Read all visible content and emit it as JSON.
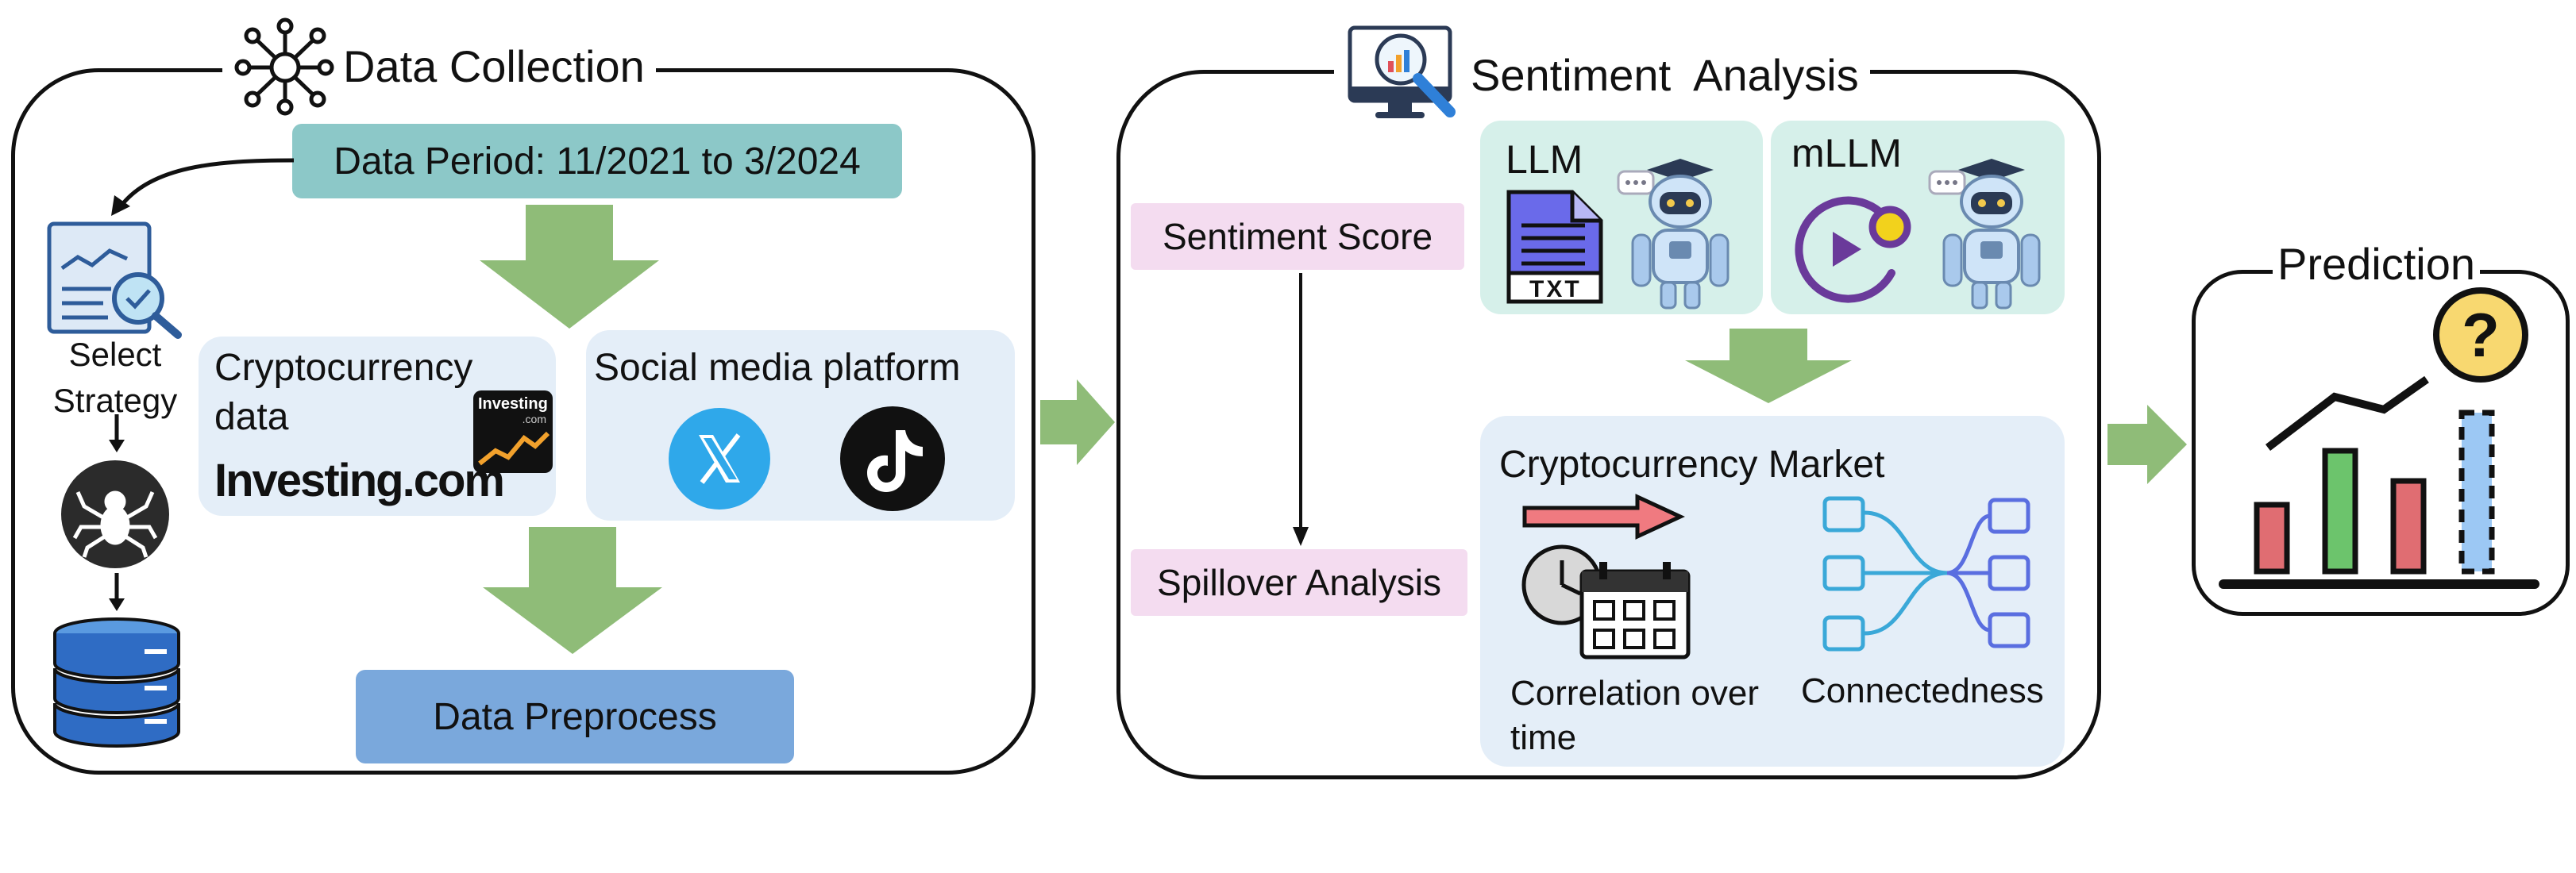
{
  "data_collection": {
    "title": "Data Collection",
    "period": "Data Period: 11/2021 to 3/2024",
    "select_strategy_line1": "Select",
    "select_strategy_line2": "Strategy",
    "crypto_line1": "Cryptocurrency",
    "crypto_line2": "data",
    "investing_brand": "Investing.com",
    "investing_app_label": "Investing",
    "investing_app_sub": ".com",
    "social_title": "Social media platform",
    "preprocess": "Data Preprocess"
  },
  "sentiment": {
    "title": "Sentiment  Analysis",
    "sentiment_score": "Sentiment Score",
    "spillover": "Spillover Analysis",
    "llm": "LLM",
    "mllm": "mLLM",
    "txt_label": "TXT",
    "market_title": "Cryptocurrency Market",
    "correlation_line1": "Correlation over",
    "correlation_line2": "time",
    "connectedness": "Connectedness"
  },
  "prediction": {
    "title": "Prediction",
    "question_mark": "?"
  },
  "colors": {
    "green_arrow": "#8fbc78",
    "teal_box": "#8cc8c8",
    "light_blue_panel": "#e4eef8",
    "blue_box": "#7aa8dc",
    "pink_box": "#f4dcf0",
    "mint_panel": "#d6f0ea",
    "bar_red": "#e06d72",
    "bar_green": "#6cc46c",
    "bar_blue": "#9cc8f4",
    "question_yellow": "#f8d870"
  },
  "icons": [
    "network-icon",
    "strategy-icon",
    "spider-icon",
    "database-icon",
    "investing-app-icon",
    "x-logo-icon",
    "tiktok-logo-icon",
    "monitor-chart-icon",
    "txt-file-icon",
    "robot-icon",
    "video-play-icon",
    "timeline-arrow-icon",
    "clock-icon",
    "calendar-icon",
    "network-tree-icon",
    "bar-chart-icon",
    "question-icon"
  ]
}
